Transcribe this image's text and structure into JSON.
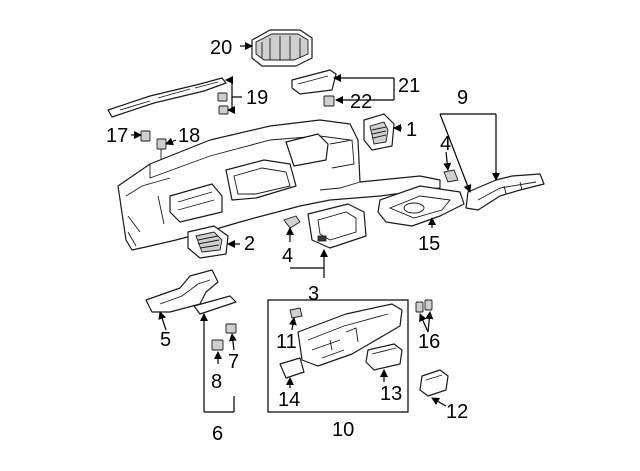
{
  "callouts": {
    "c1": "1",
    "c2": "2",
    "c3": "3",
    "c4a": "4",
    "c4b": "4",
    "c5": "5",
    "c6": "6",
    "c7": "7",
    "c8": "8",
    "c9": "9",
    "c10": "10",
    "c11": "11",
    "c12": "12",
    "c13": "13",
    "c14": "14",
    "c15": "15",
    "c16": "16",
    "c17": "17",
    "c18": "18",
    "c19": "19",
    "c20": "20",
    "c21": "21",
    "c22": "22"
  },
  "colors": {
    "line": "#1a1a1a",
    "shade": "#cfcfcf",
    "background": "#ffffff"
  }
}
